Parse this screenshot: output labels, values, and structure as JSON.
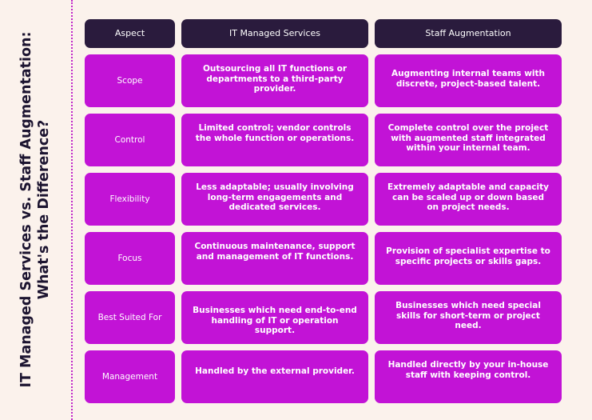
{
  "title": {
    "line1": "IT Managed Services vs. Staff Augmentation:",
    "line2": "What's the Difference?"
  },
  "colors": {
    "header_bg": "#2a1b3d",
    "cell_bg": "#c213d6",
    "page_bg": "#fbf2ec",
    "title_color": "#1c1430"
  },
  "table": {
    "headers": [
      "Aspect",
      "IT Managed Services",
      "Staff Augmentation"
    ],
    "rows": [
      {
        "aspect": "Scope",
        "it": "Outsourcing all IT functions or departments to a third-party provider.",
        "staff": "Augmenting internal teams with discrete, project-based talent."
      },
      {
        "aspect": "Control",
        "it": "Limited control; vendor controls the whole function or operations.",
        "staff": "Complete control over the project with augmented staff integrated within your internal team."
      },
      {
        "aspect": "Flexibility",
        "it": "Less adaptable; usually involving long-term engagements and dedicated services.",
        "staff": "Extremely adaptable and capacity can be scaled up or down based on project needs."
      },
      {
        "aspect": "Focus",
        "it": "Continuous maintenance, support and management of IT functions.",
        "staff": "Provision of specialist expertise to specific projects or skills gaps."
      },
      {
        "aspect": "Best Suited For",
        "it": "Businesses which need end-to-end handling of IT or operation support.",
        "staff": "Businesses which need special skills for short-term or project need."
      },
      {
        "aspect": "Management",
        "it": "Handled by the external provider.",
        "staff": "Handled directly by your in-house staff with keeping control."
      }
    ]
  }
}
